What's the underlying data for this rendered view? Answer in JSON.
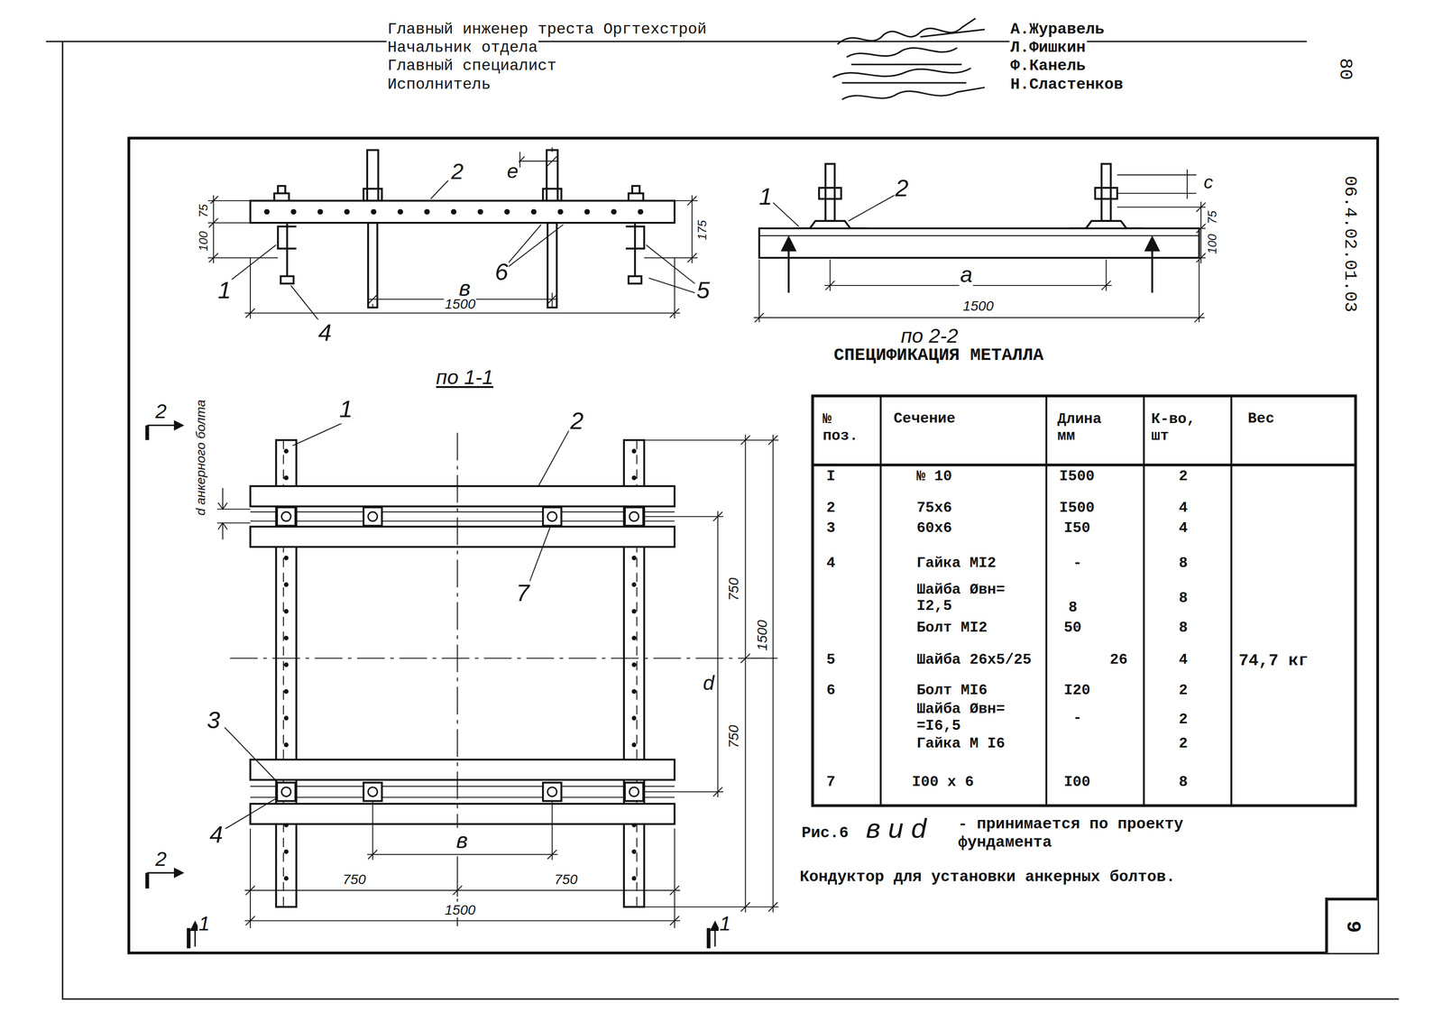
{
  "diagram": {
    "nodes": [
      {
        "text": [
          "9"
        ]
      }
    ],
    "labels": [
      "Главный инженер треста Оргтехстрой",
      "Начальник отдела",
      "Главный специалист",
      "Исполнитель",
      "А.Журавель",
      "Л.Фишкин",
      "Ф.Канель",
      "Н.Сластенков",
      "80",
      "06.4.02.01.03",
      "2",
      "e",
      "75",
      "100",
      "175",
      "1",
      "4",
      "в",
      "1500",
      "6",
      "5",
      "по 1-1",
      "1",
      "2",
      "c",
      "75",
      "100",
      "а",
      "1500",
      "по 2-2",
      "СПЕЦИФИКАЦИЯ МЕТАЛЛА",
      "2",
      "d анкерного болта",
      "1",
      "2",
      "7",
      "750",
      "1500",
      "d",
      "750",
      "3",
      "4",
      "в",
      "750",
      "750",
      "1500",
      "2",
      "1",
      "1",
      "№ поз.",
      "Сечение",
      "Длина мм",
      "К-во, шт",
      "Вес",
      "I",
      "№ 10",
      "I500",
      "2",
      "2",
      "75x6",
      "I500",
      "4",
      "3",
      "60x6",
      "I50",
      "4",
      "4",
      "Гайка MI2",
      "-",
      "8",
      "Шайба Øвн= I2,5",
      "8",
      "8",
      "Болт MI2",
      "50",
      "8",
      "5",
      "Шайба 26x5/25",
      "26",
      "4",
      "74,7 кг",
      "6",
      "Болт MI6",
      "I20",
      "2",
      "Шайба Øвн= =I6,5",
      "-",
      "2",
      "Гайка М I6",
      "2",
      "7",
      "I00 x 6",
      "I00",
      "8",
      "Рис.6",
      "в и d",
      "- принимается по проекту фундамента",
      "Кондуктор для установки анкерных болтов."
    ]
  }
}
